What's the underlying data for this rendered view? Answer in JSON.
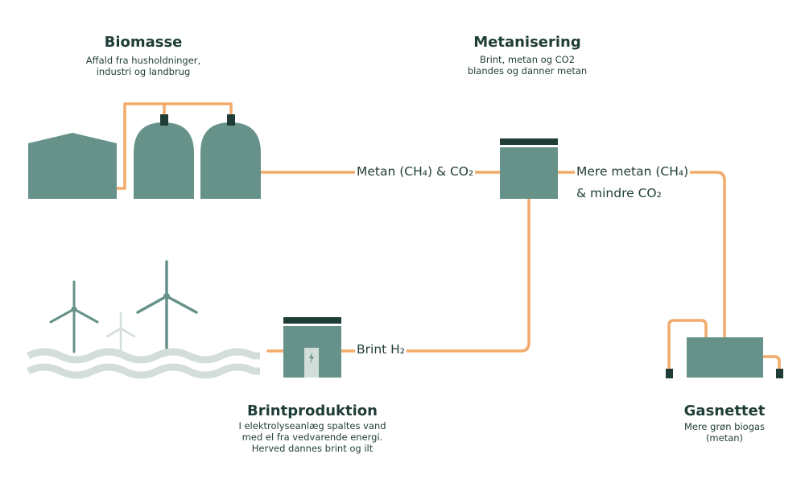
{
  "stages": {
    "biomasse": {
      "title": "Biomasse",
      "description": [
        "Affald fra husholdninger,",
        "industri og landbrug"
      ]
    },
    "metanisering": {
      "title": "Metanisering",
      "description": [
        "Brint, metan og CO2",
        "blandes og danner metan"
      ]
    },
    "brintproduktion": {
      "title": "Brintproduktion",
      "description": [
        "I elektrolyseanlæg spaltes vand",
        "med el fra vedvarende energi.",
        "Herved dannes brint og ilt"
      ]
    },
    "gasnettet": {
      "title": "Gasnettet",
      "description": [
        "Mere grøn biogas",
        "(metan)"
      ]
    }
  },
  "flows": {
    "biomass_to_methanation": "Metan (CH₄) & CO₂",
    "methanation_to_grid_line1": "Mere metan (CH₄)",
    "methanation_to_grid_line2": "& mindre CO₂",
    "hydrogen_to_methanation": "Brint H₂"
  },
  "colors": {
    "building": "#66928a",
    "building_dark": "#1f3d36",
    "pipe": "#f2aa6a",
    "water": "#d3dedb",
    "text": "#1f3d36"
  },
  "icons": {
    "electrolysis_unit": "lightning-bolt-icon",
    "wind_turbines": "wind-turbine-icon"
  }
}
